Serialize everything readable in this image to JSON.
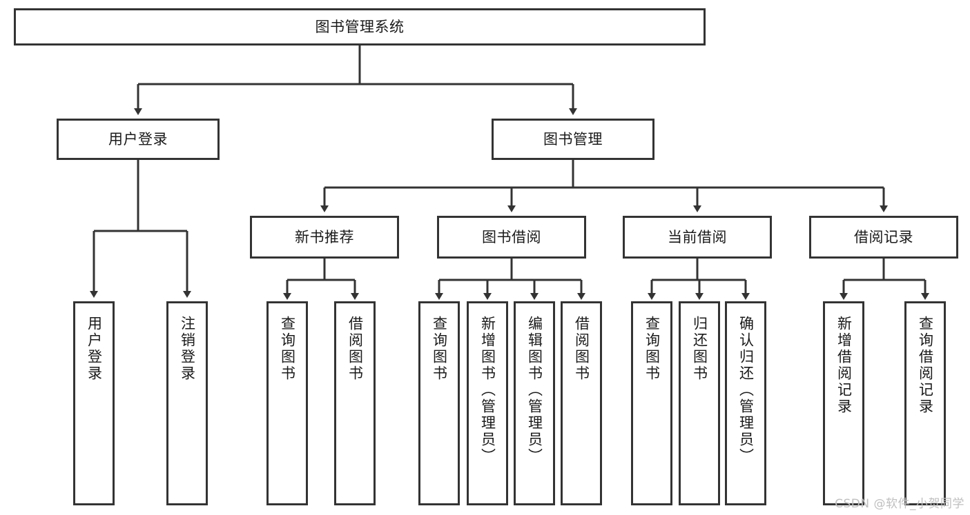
{
  "diagram": {
    "title": "图书管理系统",
    "style": {
      "stroke": "#333333",
      "fill": "#ffffff",
      "text": "#1a1a1a",
      "watermark": "#bfbfbf"
    },
    "watermark": "CSDN @软件_小贺同学",
    "levels": {
      "root": {
        "label": "图书管理系统"
      },
      "level2": [
        {
          "label": "用户登录"
        },
        {
          "label": "图书管理"
        }
      ],
      "level3": [
        {
          "label": "新书推荐"
        },
        {
          "label": "图书借阅"
        },
        {
          "label": "当前借阅"
        },
        {
          "label": "借阅记录"
        }
      ],
      "leaves": {
        "user_login": [
          {
            "label": "用户登录"
          },
          {
            "label": "注销登录"
          }
        ],
        "new_book": [
          {
            "label": "查询图书"
          },
          {
            "label": "借阅图书"
          }
        ],
        "book_borrow": [
          {
            "label": "查询图书"
          },
          {
            "label": "新增图书（管理员）"
          },
          {
            "label": "编辑图书（管理员）"
          },
          {
            "label": "借阅图书"
          }
        ],
        "current_borrow": [
          {
            "label": "查询图书"
          },
          {
            "label": "归还图书"
          },
          {
            "label": "确认归还（管理员）"
          }
        ],
        "borrow_record": [
          {
            "label": "新增借阅记录"
          },
          {
            "label": "查询借阅记录"
          }
        ]
      }
    }
  }
}
